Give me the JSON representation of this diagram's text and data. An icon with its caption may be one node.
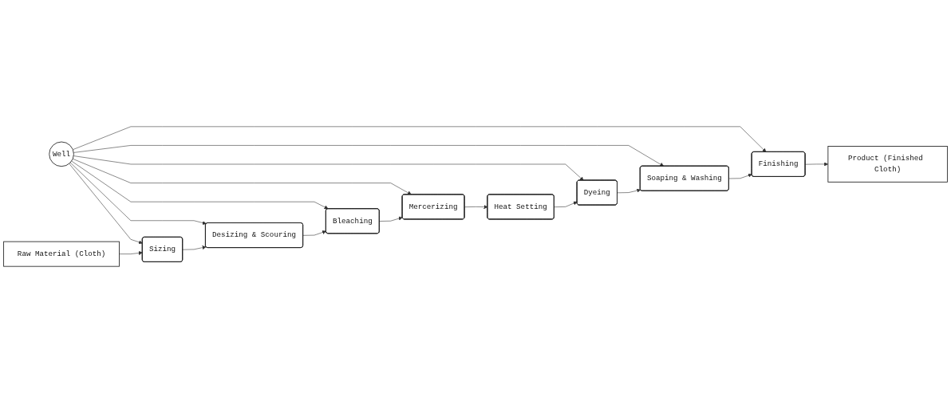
{
  "diagram": {
    "nodes": [
      {
        "text": [
          "Well"
        ]
      },
      {
        "text": [
          "Raw Material (Cloth)"
        ]
      },
      {
        "text": [
          "Sizing"
        ]
      },
      {
        "text": [
          "Desizing & Scouring"
        ]
      },
      {
        "text": [
          "Bleaching"
        ]
      },
      {
        "text": [
          "Mercerizing"
        ]
      },
      {
        "text": [
          "Heat Setting"
        ]
      },
      {
        "text": [
          "Dyeing"
        ]
      },
      {
        "text": [
          "Soaping & Washing"
        ]
      },
      {
        "text": [
          "Finishing"
        ]
      },
      {
        "text": [
          "Product (Finished Cloth)"
        ]
      }
    ],
    "edges": [
      {
        "from": 0,
        "to": 2,
        "arrow": "to"
      },
      {
        "from": 0,
        "to": 3,
        "arrow": "to"
      },
      {
        "from": 0,
        "to": 4,
        "arrow": "to"
      },
      {
        "from": 0,
        "to": 5,
        "arrow": "to"
      },
      {
        "from": 0,
        "to": 9,
        "arrow": "to"
      },
      {
        "from": 0,
        "to": 8,
        "arrow": "to"
      },
      {
        "from": 0,
        "to": 7,
        "arrow": "to"
      },
      {
        "from": 1,
        "to": 2,
        "arrow": "to"
      },
      {
        "from": 2,
        "to": 3,
        "arrow": "to"
      },
      {
        "from": 3,
        "to": 4,
        "arrow": "to"
      },
      {
        "from": 4,
        "to": 5,
        "arrow": "to"
      },
      {
        "from": 5,
        "to": 6,
        "arrow": "to"
      },
      {
        "from": 6,
        "to": 7,
        "arrow": "to"
      },
      {
        "from": 7,
        "to": 8,
        "arrow": "to"
      },
      {
        "from": 8,
        "to": 9,
        "arrow": "to"
      },
      {
        "from": 9,
        "to": 10,
        "arrow": "to"
      }
    ]
  }
}
